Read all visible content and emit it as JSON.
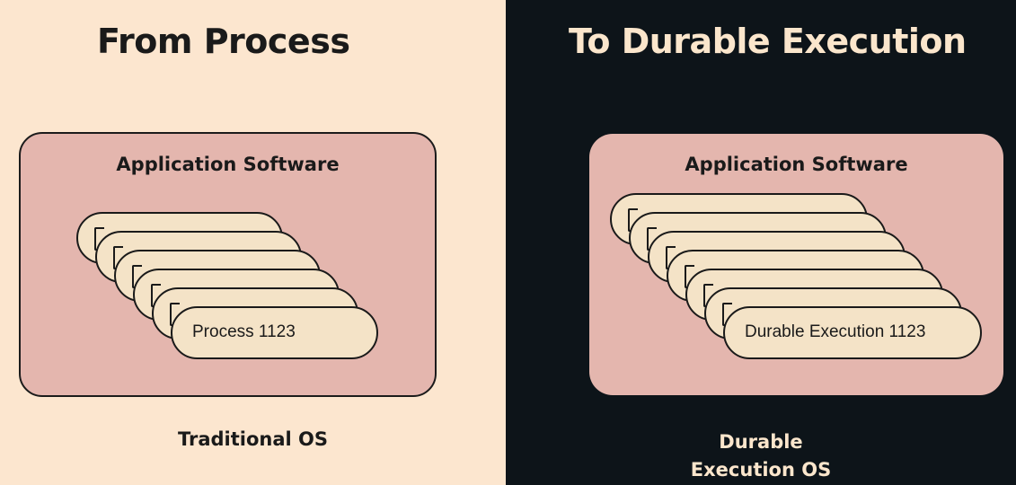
{
  "left": {
    "title": "From Process",
    "app_label": "Application Software",
    "front_item": "Process 1123",
    "caption": "Traditional OS"
  },
  "right": {
    "title": "To Durable Execution",
    "app_label": "Application Software",
    "front_item": "Durable Execution 1123",
    "caption_line1": "Durable",
    "caption_line2": "Execution OS"
  },
  "colors": {
    "left_bg": "#fce6cf",
    "right_bg": "#0d1419",
    "app_box": "#e4b6ae",
    "pill": "#f4e3c7",
    "dark_text": "#1a1a1a",
    "light_text": "#fbe6cc"
  }
}
